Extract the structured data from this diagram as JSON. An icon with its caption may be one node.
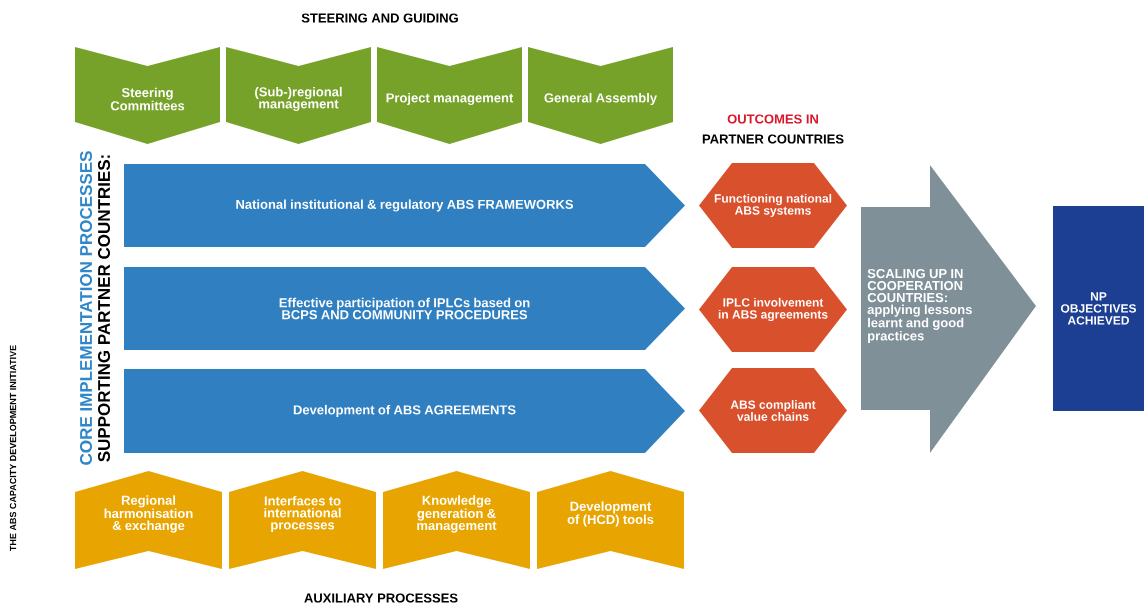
{
  "diagram": {
    "nodes": [
      {
        "text": [
          "Steering Committees"
        ]
      },
      {
        "text": [
          "(Sub-)regional management"
        ]
      },
      {
        "text": [
          "Project management"
        ]
      },
      {
        "text": [
          "General Assembly"
        ]
      },
      {
        "text": [
          "National institutional & regulatory ABS FRAMEWORKS"
        ]
      },
      {
        "text": [
          "Effective participation of IPLCs based on BCPS AND COMMUNITY PROCEDURES"
        ]
      },
      {
        "text": [
          "Development of ABS AGREEMENTS"
        ]
      },
      {
        "text": [
          "Functioning national ABS systems"
        ]
      },
      {
        "text": [
          "IPLC involvement in ABS agreements"
        ]
      },
      {
        "text": [
          "ABS compliant value chains"
        ]
      },
      {
        "text": [
          "SCALING UP IN COOPERATION COUNTRIES: applying lessons learnt and good practices"
        ]
      },
      {
        "text": [
          "NP OBJECTIVES ACHIEVED"
        ]
      },
      {
        "text": [
          "Regional harmonisation & exchange"
        ]
      },
      {
        "text": [
          "Interfaces to international processes"
        ]
      },
      {
        "text": [
          "Knowledge generation & management"
        ]
      },
      {
        "text": [
          "Development of (HCD) tools"
        ]
      }
    ],
    "labels": [
      "STEERING AND GUIDING",
      "OUTCOMES IN",
      "PARTNER COUNTRIES",
      "CORE IMPLEMENTATION PROCESSES",
      "SUPPORTING PARTNER COUNTRIES:",
      "AUXILIARY PROCESSES",
      "THE ABS CAPACITY DEVELOPMENT INITIATIVE"
    ]
  }
}
